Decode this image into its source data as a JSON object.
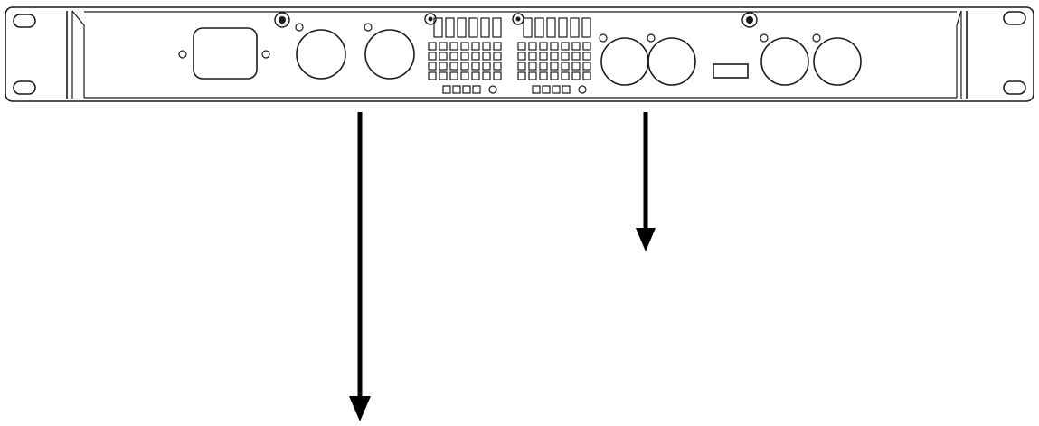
{
  "device": {
    "name": "",
    "ears": [
      "left-rack-ear",
      "right-rack-ear"
    ],
    "power_inlet": "iec-power-inlet",
    "round_connectors": [
      "connector-1",
      "connector-2",
      "connector-3",
      "connector-4",
      "connector-5",
      "connector-6",
      "connector-7",
      "connector-8"
    ],
    "vent_grilles": [
      "vent-grille-left",
      "vent-grille-right"
    ],
    "usb_port": "usb-port"
  },
  "arrows": [
    {
      "name": "arrow-long",
      "direction": "down"
    },
    {
      "name": "arrow-short",
      "direction": "down"
    }
  ],
  "colors": {
    "line": "#1a1a1a",
    "arrow": "#000000",
    "background": "#ffffff"
  }
}
